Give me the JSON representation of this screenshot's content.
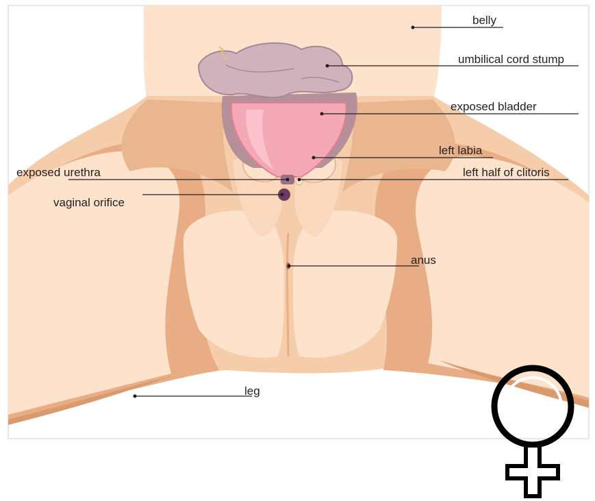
{
  "labels": {
    "belly": "belly",
    "umbilical_cord_stump": "umbilical cord stump",
    "exposed_bladder": "exposed bladder",
    "left_labia": "left labia",
    "exposed_urethra": "exposed urethra",
    "left_half_of_clitoris": "left half of clitoris",
    "vaginal_orifice": "vaginal orifice",
    "anus": "anus",
    "leg": "leg"
  },
  "symbol": {
    "name": "female-symbol-icon"
  },
  "colors": {
    "skin_light": "#fde2cc",
    "skin_mid": "#f6cdab",
    "skin_shadow": "#e8ad84",
    "skin_deep": "#d99a6e",
    "bladder": "#f4a7b5",
    "bladder_highlight": "#fbc2cd",
    "bladder_edge": "#e27f93",
    "cord_stump": "#cfb2bb",
    "cord_stump_shadow": "#a88794",
    "orifice": "#6b3b5c",
    "line": "#231f20"
  }
}
